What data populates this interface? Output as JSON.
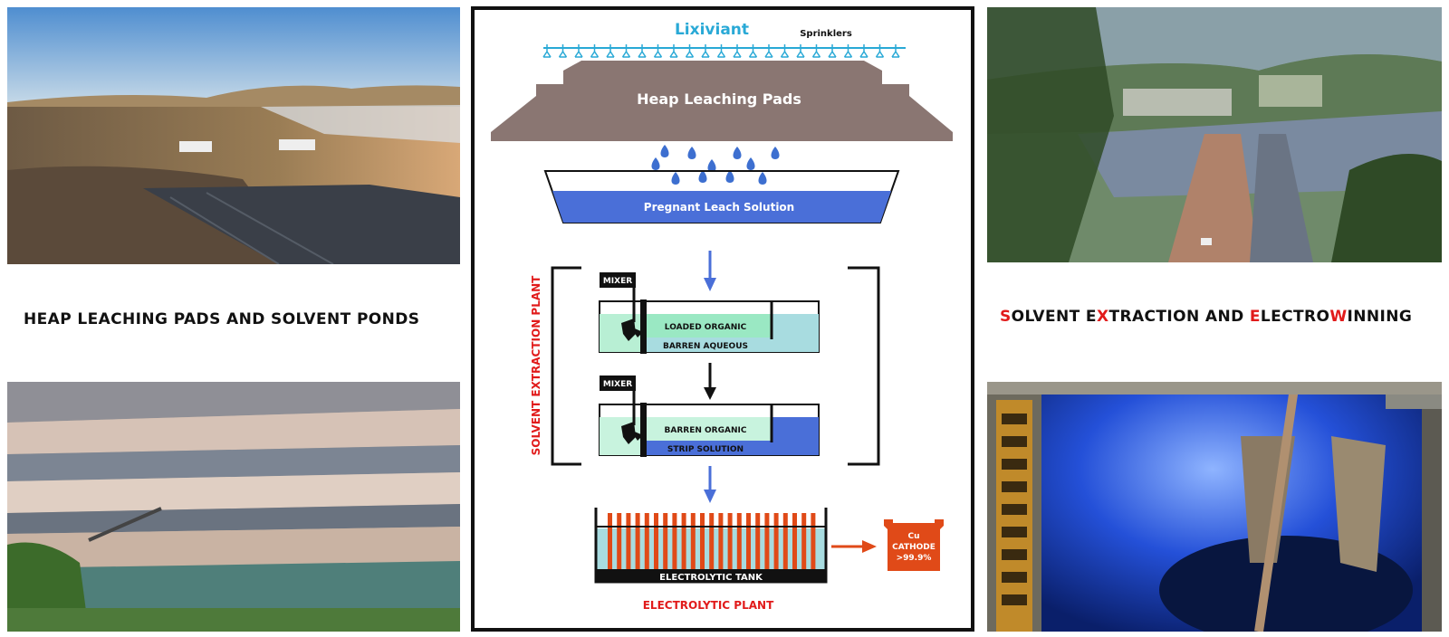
{
  "left_panel": {
    "title": "HEAP LEACHING PADS AND SOLVENT PONDS",
    "photos": [
      "heap-leaching-pads-photo",
      "solvent-ponds-photo"
    ]
  },
  "right_panel": {
    "title_parts": [
      {
        "text": "S",
        "highlight": true
      },
      {
        "text": "OLVENT E",
        "highlight": false
      },
      {
        "text": "X",
        "highlight": true
      },
      {
        "text": "TRACTION AND ",
        "highlight": false
      },
      {
        "text": "E",
        "highlight": true
      },
      {
        "text": "LECTRO",
        "highlight": false
      },
      {
        "text": "W",
        "highlight": true
      },
      {
        "text": "INNING",
        "highlight": false
      }
    ],
    "photos": [
      "sx-ew-plant-photo",
      "electrowinning-tank-photo"
    ]
  },
  "diagram": {
    "lixiviant": "Lixiviant",
    "sprinklers": "Sprinklers",
    "heap": "Heap Leaching Pads",
    "pls": "Pregnant Leach Solution",
    "sx_plant": "SOLVENT EXTRACTION PLANT",
    "mixer1": "MIXER",
    "loaded_organic": "LOADED ORGANIC",
    "barren_aqueous": "BARREN AQUEOUS",
    "mixer2": "MIXER",
    "barren_organic": "BARREN ORGANIC",
    "strip_solution": "STRIP SOLUTION",
    "electrolytic_tank": "ELECTROLYTIC TANK",
    "electrolytic_plant": "ELECTROLYTIC PLANT",
    "cathode_lines": [
      "Cu",
      "CATHODE",
      ">99.9%"
    ]
  },
  "colors": {
    "accent_red": "#e11b1b",
    "lixiviant_cyan": "#29a9d6",
    "heap_brown": "#8a7672",
    "solution_blue": "#4a6fd8",
    "organic_green": "#9ae8c3",
    "aqueous_cyan": "#a8dce0",
    "cathode_orange": "#e04a18"
  }
}
